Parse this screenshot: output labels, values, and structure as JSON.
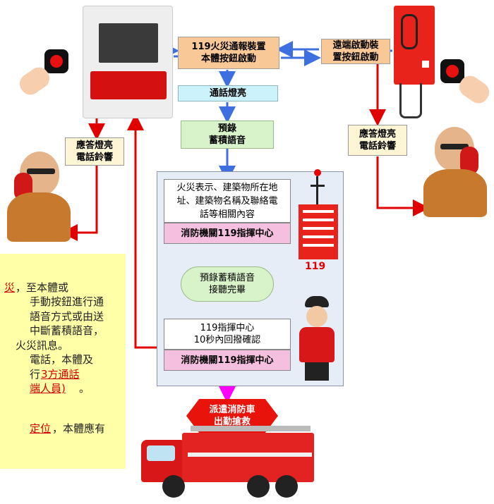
{
  "boxes": {
    "device_main": "119火災通報裝置\n本體按鈕啟動",
    "remote_start": "遠端啟動裝\n置按鈕啟動",
    "call_light": "通話燈亮",
    "prerecord": "預錄\n蓄積語音",
    "answer_left": "應答燈亮\n電話鈴響",
    "answer_right": "應答燈亮\n電話鈴響",
    "content": "火災表示、建築物所在地\n址、建築物名稱及聯絡電\n話等相關內容",
    "command_center_1": "消防機關119指揮中心",
    "playback_done": "預錄蓄積語音\n接聽完畢",
    "callback": "119指揮中心\n10秒內回撥確認",
    "command_center_2": "消防機關119指揮中心",
    "dispatch": "派遣消防車\n出勤搶救",
    "building_label": "119"
  },
  "note": {
    "lines": [
      {
        "text": "災",
        "style": "red"
      },
      {
        "text": "，至本體或",
        "style": "normal"
      },
      {
        "text": "手動按鈕進行通",
        "style": "normal"
      },
      {
        "text": "語音方式或由送",
        "style": "normal"
      },
      {
        "text": "中斷蓄積語音，",
        "style": "normal"
      },
      {
        "text": "火災訊息。",
        "style": "normal"
      },
      {
        "text": "電話，本體及",
        "style": "normal"
      },
      {
        "text": "行",
        "style": "normal"
      },
      {
        "text": "3方通話",
        "style": "red"
      },
      {
        "text": "端人員)",
        "style": "red"
      },
      {
        "text": "。",
        "style": "normal"
      },
      {
        "text": "定位",
        "style": "red"
      },
      {
        "text": "，本體應有",
        "style": "normal"
      }
    ]
  },
  "colors": {
    "blue_arrow": "#3d6fe0",
    "red_arrow": "#e00000",
    "magenta_arrow": "#ff00ff"
  }
}
